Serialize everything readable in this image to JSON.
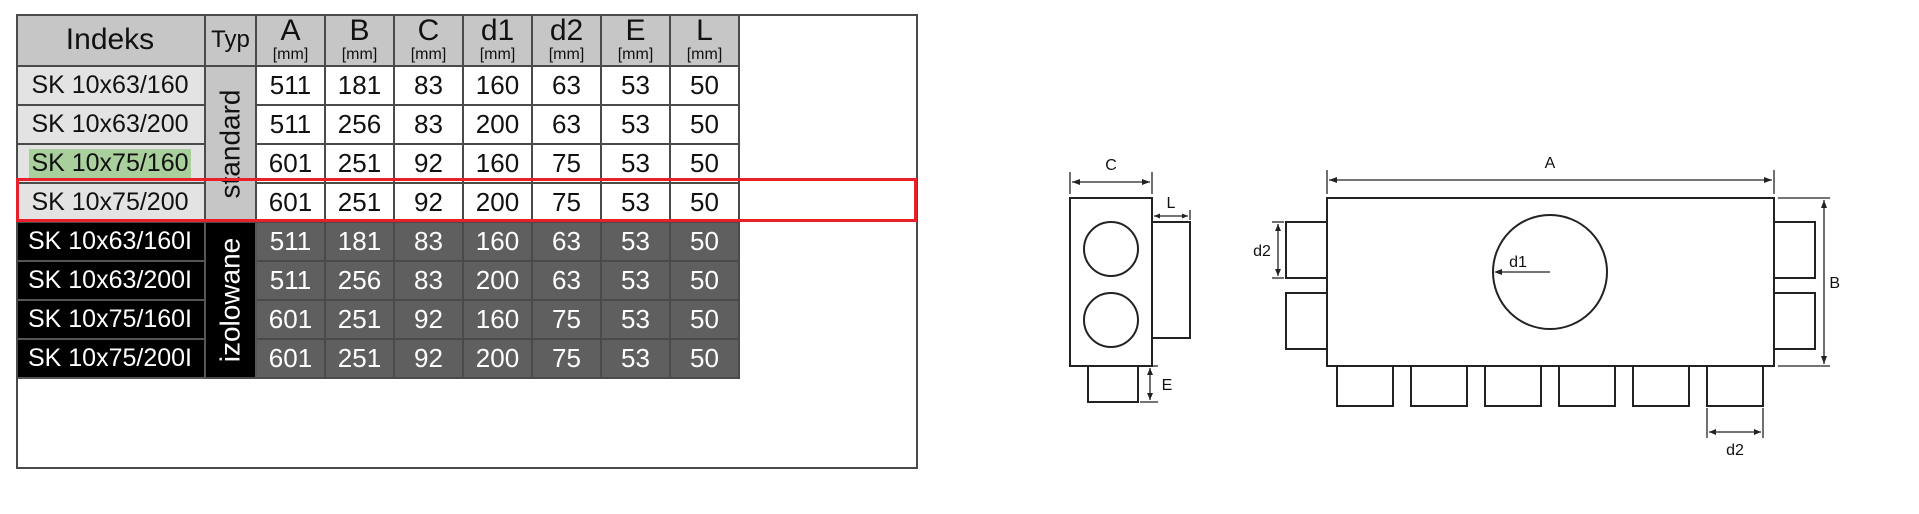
{
  "table": {
    "headers": {
      "indeks": "Indeks",
      "typ": "Typ",
      "columns": [
        {
          "label": "A",
          "unit": "[mm]"
        },
        {
          "label": "B",
          "unit": "[mm]"
        },
        {
          "label": "C",
          "unit": "[mm]"
        },
        {
          "label": "d1",
          "unit": "[mm]"
        },
        {
          "label": "d2",
          "unit": "[mm]"
        },
        {
          "label": "E",
          "unit": "[mm]"
        },
        {
          "label": "L",
          "unit": "[mm]"
        }
      ]
    },
    "groups": [
      {
        "type": "standard",
        "rows": [
          {
            "indeks": "SK 10x63/160",
            "values": [
              "511",
              "181",
              "83",
              "160",
              "63",
              "53",
              "50"
            ]
          },
          {
            "indeks": "SK 10x63/200",
            "values": [
              "511",
              "256",
              "83",
              "200",
              "63",
              "53",
              "50"
            ]
          },
          {
            "indeks": "SK 10x75/160",
            "values": [
              "601",
              "251",
              "92",
              "160",
              "75",
              "53",
              "50"
            ],
            "highlighted": true
          },
          {
            "indeks": "SK 10x75/200",
            "values": [
              "601",
              "251",
              "92",
              "200",
              "75",
              "53",
              "50"
            ]
          }
        ]
      },
      {
        "type": "izolowane",
        "rows": [
          {
            "indeks": "SK 10x63/160I",
            "values": [
              "511",
              "181",
              "83",
              "160",
              "63",
              "53",
              "50"
            ]
          },
          {
            "indeks": "SK 10x63/200I",
            "values": [
              "511",
              "256",
              "83",
              "200",
              "63",
              "53",
              "50"
            ]
          },
          {
            "indeks": "SK 10x75/160I",
            "values": [
              "601",
              "251",
              "92",
              "160",
              "75",
              "53",
              "50"
            ]
          },
          {
            "indeks": "SK 10x75/200I",
            "values": [
              "601",
              "251",
              "92",
              "200",
              "75",
              "53",
              "50"
            ]
          }
        ]
      }
    ],
    "colors": {
      "header_bg": "#c6c6c6",
      "standard_index_bg": "#e3e3e3",
      "isolated_index_bg": "#000000",
      "isolated_value_bg": "#5f5f5f",
      "highlight_border": "#e8202a",
      "highlight_text_bg": "#a9cf9c"
    }
  },
  "drawing": {
    "labels": {
      "c": "C",
      "l": "L",
      "e": "E",
      "a": "A",
      "b": "B",
      "d1": "d1",
      "d2_side": "d2",
      "d2_bottom": "d2"
    }
  }
}
